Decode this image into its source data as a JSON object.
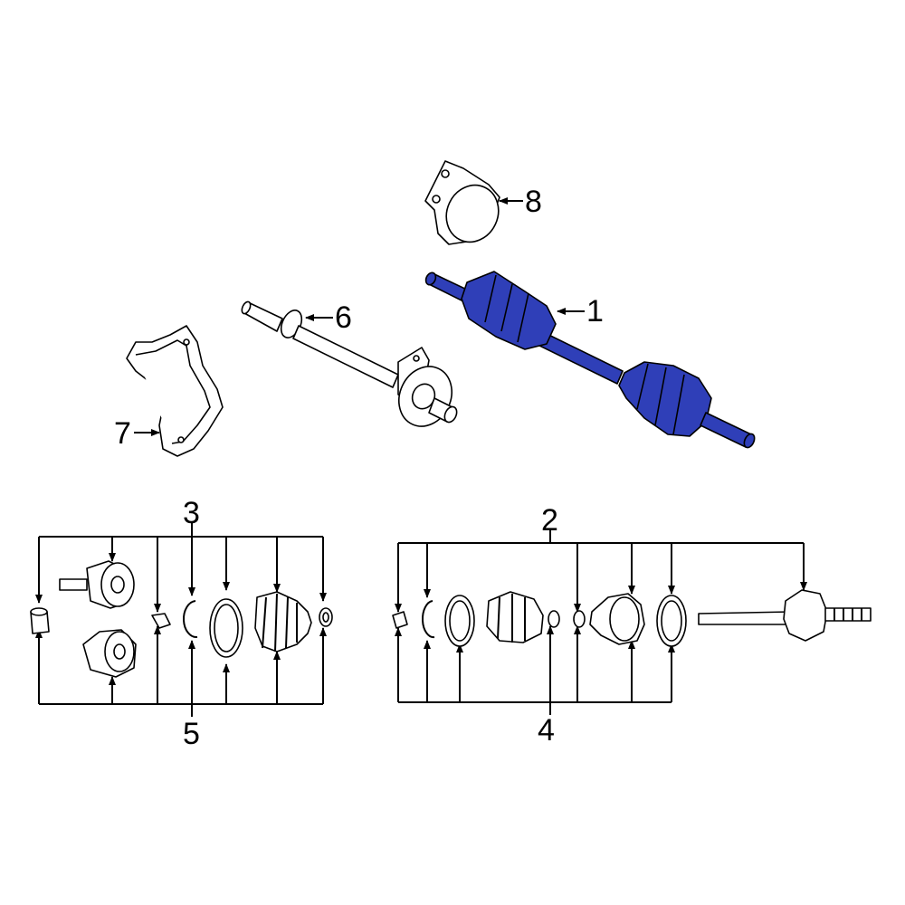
{
  "diagram": {
    "highlight_color": "#2f3fb8",
    "callouts": {
      "c1": "1",
      "c2": "2",
      "c3": "3",
      "c4": "4",
      "c5": "5",
      "c6": "6",
      "c7": "7",
      "c8": "8"
    }
  }
}
